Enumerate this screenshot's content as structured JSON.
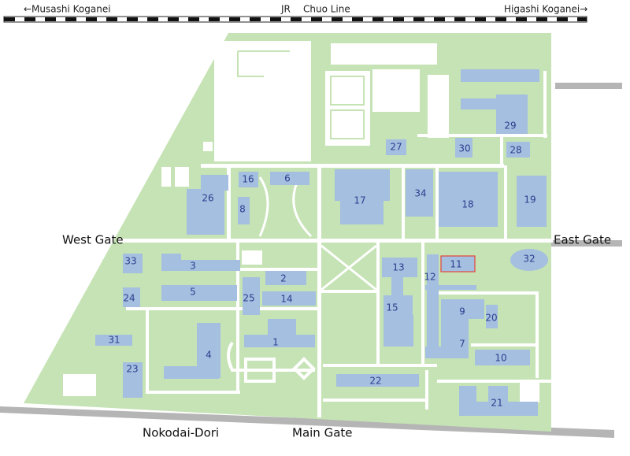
{
  "railway": {
    "line_name_prefix": "JR",
    "line_name": "Chuo Line",
    "west_station": "←Musashi Koganei",
    "east_station": "Higashi Koganei→"
  },
  "gates": {
    "west": "West Gate",
    "east": "East Gate",
    "main": "Main Gate",
    "street": "Nokodai-Dori"
  },
  "colors": {
    "campus": "#c5e3b4",
    "building": "#a4bfe0",
    "label": "#2b3f8e",
    "highlight": "#e5443a",
    "road": "#b5b5b5"
  },
  "buildings": {
    "b1": "1",
    "b2": "2",
    "b3": "3",
    "b4": "4",
    "b5": "5",
    "b6": "6",
    "b7": "7",
    "b8": "8",
    "b9": "9",
    "b10": "10",
    "b11": "11",
    "b12": "12",
    "b13": "13",
    "b14": "14",
    "b15": "15",
    "b16": "16",
    "b17": "17",
    "b18": "18",
    "b19": "19",
    "b20": "20",
    "b21": "21",
    "b22": "22",
    "b23": "23",
    "b24": "24",
    "b25": "25",
    "b26": "26",
    "b27": "27",
    "b28": "28",
    "b29": "29",
    "b30": "30",
    "b31": "31",
    "b32": "32",
    "b33": "33",
    "b34": "34"
  },
  "selected_building": "11"
}
